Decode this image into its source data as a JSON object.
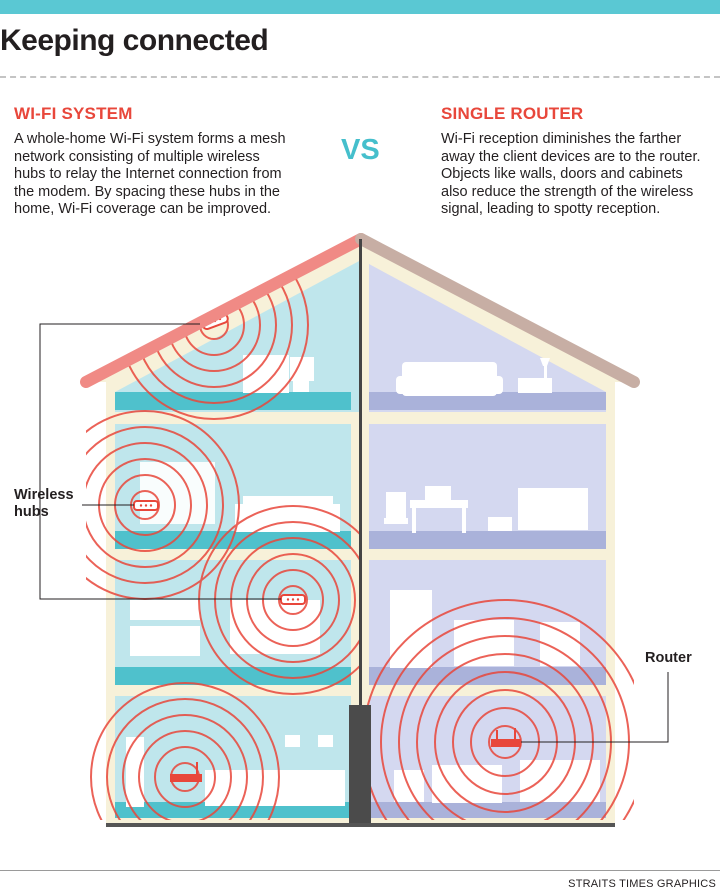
{
  "title": "Keeping connected",
  "left": {
    "heading": "WI-FI SYSTEM",
    "lines": [
      "A whole-home Wi-Fi system forms a mesh",
      "network consisting of multiple wireless",
      "hubs to relay the Internet connection from",
      "the modem. By spacing these hubs in the",
      "home, Wi-Fi coverage can be improved."
    ]
  },
  "vs": "VS",
  "right": {
    "heading": "SINGLE ROUTER",
    "lines": [
      "Wi-Fi reception diminishes the farther",
      "away the client devices are to the router.",
      "Objects like walls, doors and cabinets",
      "also reduce the strength of the wireless",
      "signal, leading to spotty reception."
    ]
  },
  "labels": {
    "hubs_line1": "Wireless",
    "hubs_line2": "hubs",
    "router": "Router"
  },
  "credit": "STRAITS TIMES GRAPHICS",
  "colors": {
    "accent_red": "#e8473b",
    "accent_cyan": "#45bfcc",
    "mesh_room": "#bfe6ec",
    "router_room": "#d4d8f0",
    "roof_left": "#f08a85",
    "roof_right": "#c7aea4",
    "wall": "#f7f1d9"
  }
}
